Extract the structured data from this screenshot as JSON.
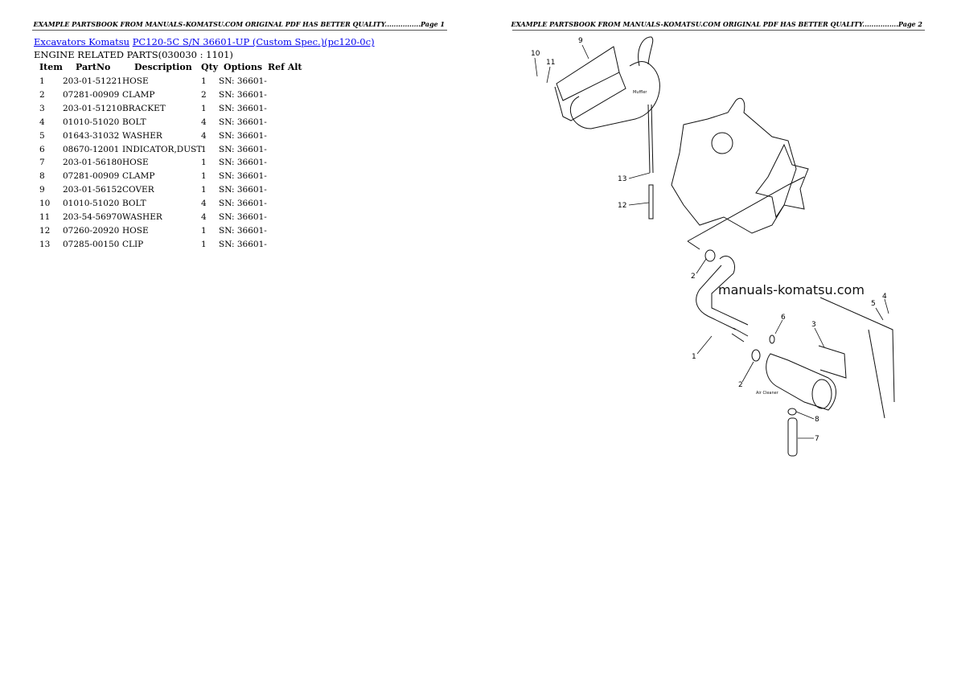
{
  "page1": {
    "header": "EXAMPLE PARTSBOOK FROM MANUALS-KOMATSU.COM ORIGINAL PDF HAS BETTER QUALITY................Page 1",
    "breadcrumb": {
      "link1": "Excavators Komatsu",
      "link2": "PC120-5C S/N 36601-UP (Custom Spec.)(pc120-0c)"
    },
    "section_title": "ENGINE RELATED PARTS(030030 : 1101)",
    "table": {
      "columns": [
        "Item",
        "PartNo",
        "Description",
        "Qty",
        "Options",
        "Ref Alt"
      ],
      "rows": [
        [
          "1",
          "203-01-51221",
          "HOSE",
          "1",
          "SN: 36601-"
        ],
        [
          "2",
          "07281-00909",
          "CLAMP",
          "2",
          "SN: 36601-"
        ],
        [
          "3",
          "203-01-51210",
          "BRACKET",
          "1",
          "SN: 36601-"
        ],
        [
          "4",
          "01010-51020",
          "BOLT",
          "4",
          "SN: 36601-"
        ],
        [
          "5",
          "01643-31032",
          "WASHER",
          "4",
          "SN: 36601-"
        ],
        [
          "6",
          "08670-12001",
          "INDICATOR,DUST",
          "1",
          "SN: 36601-"
        ],
        [
          "7",
          "203-01-56180",
          "HOSE",
          "1",
          "SN: 36601-"
        ],
        [
          "8",
          "07281-00909",
          "CLAMP",
          "1",
          "SN: 36601-"
        ],
        [
          "9",
          "203-01-56152",
          "COVER",
          "1",
          "SN: 36601-"
        ],
        [
          "10",
          "01010-51020",
          "BOLT",
          "4",
          "SN: 36601-"
        ],
        [
          "11",
          "203-54-56970",
          "WASHER",
          "4",
          "SN: 36601-"
        ],
        [
          "12",
          "07260-20920",
          "HOSE",
          "1",
          "SN: 36601-"
        ],
        [
          "13",
          "07285-00150",
          "CLIP",
          "1",
          "SN: 36601-"
        ]
      ]
    }
  },
  "page2": {
    "header": "EXAMPLE PARTSBOOK FROM MANUALS-KOMATSU.COM ORIGINAL PDF HAS BETTER QUALITY................Page 2",
    "diagram": {
      "watermark": "manuals-komatsu.com",
      "muffler_label": "Muffler",
      "air_cleaner_label": "Air Cleaner",
      "callouts": [
        "9",
        "10",
        "11",
        "13",
        "12",
        "2",
        "2",
        "1",
        "6",
        "3",
        "5",
        "4",
        "8",
        "7"
      ]
    }
  }
}
